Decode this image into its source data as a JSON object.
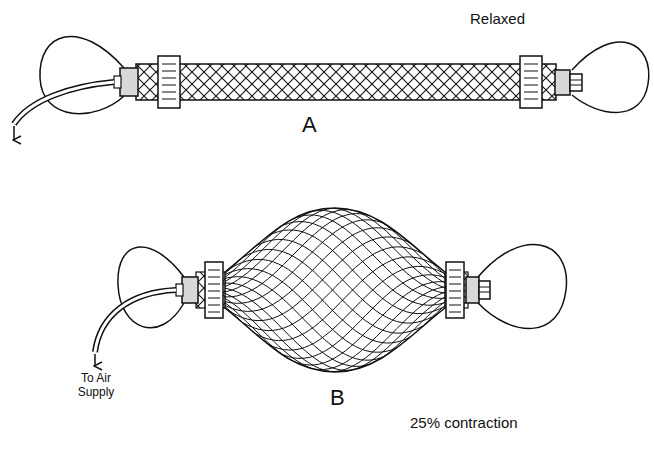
{
  "diagram": {
    "labels": [
      "Relaxed",
      "A",
      "To Air Supply",
      "B",
      "25% contraction"
    ]
  }
}
